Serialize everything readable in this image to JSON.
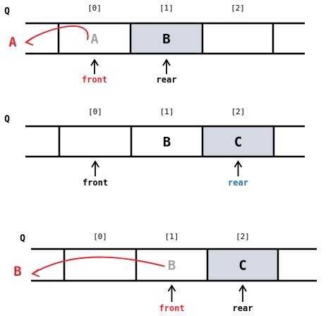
{
  "colors": {
    "line": "#000000",
    "cell_fill": "#d4d9e3",
    "red": "#e8242b",
    "blue": "#1e73b8",
    "faded": "#a3a3a3"
  },
  "diagrams": [
    {
      "queue_label": "Q",
      "indices": [
        "[0]",
        "[1]",
        "[2]"
      ],
      "cells": [
        {
          "value": "A",
          "style": "faded",
          "filled": false
        },
        {
          "value": "B",
          "style": "bold",
          "filled": true
        },
        {
          "value": "",
          "style": "normal",
          "filled": false
        }
      ],
      "pointers": [
        {
          "label": "front",
          "cell": 0,
          "color": "red"
        },
        {
          "label": "rear",
          "cell": 1,
          "color": "black"
        }
      ],
      "dequeued": {
        "value": "A",
        "from_cell": 0
      }
    },
    {
      "queue_label": "Q",
      "indices": [
        "[0]",
        "[1]",
        "[2]"
      ],
      "cells": [
        {
          "value": "",
          "style": "normal",
          "filled": false
        },
        {
          "value": "B",
          "style": "bold",
          "filled": false
        },
        {
          "value": "C",
          "style": "bold",
          "filled": true
        }
      ],
      "pointers": [
        {
          "label": "front",
          "cell": 0,
          "color": "black"
        },
        {
          "label": "rear",
          "cell": 2,
          "color": "blue"
        }
      ],
      "dequeued": null
    },
    {
      "queue_label": "Q",
      "indices": [
        "[0]",
        "[1]",
        "[2]"
      ],
      "cells": [
        {
          "value": "",
          "style": "normal",
          "filled": false
        },
        {
          "value": "B",
          "style": "faded",
          "filled": false
        },
        {
          "value": "C",
          "style": "bold",
          "filled": true
        }
      ],
      "pointers": [
        {
          "label": "front",
          "cell": 1,
          "color": "red"
        },
        {
          "label": "rear",
          "cell": 2,
          "color": "black"
        }
      ],
      "dequeued": {
        "value": "B",
        "from_cell": 1
      }
    }
  ]
}
